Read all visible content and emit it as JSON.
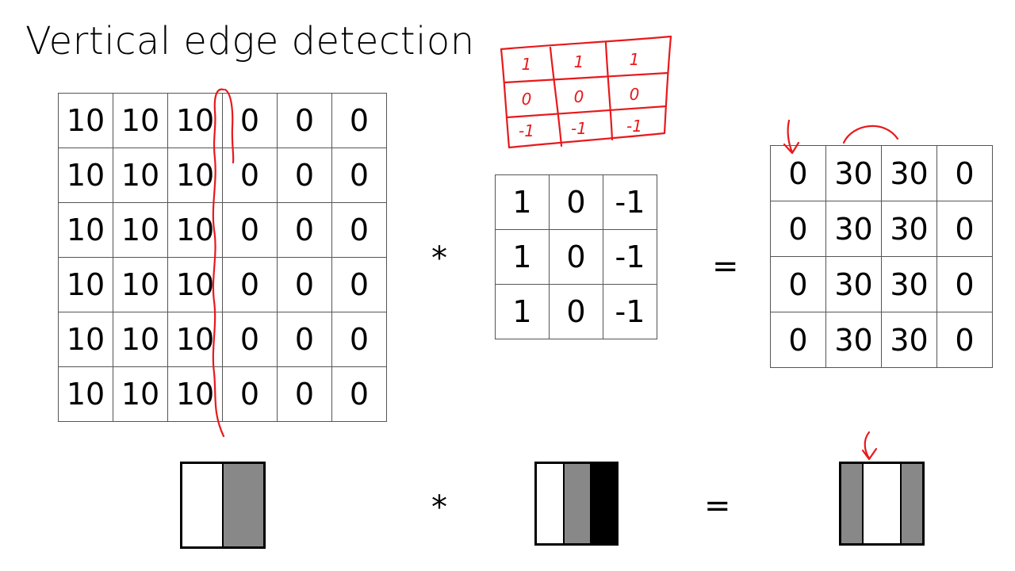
{
  "title": "Vertical edge detection",
  "image_matrix": [
    [
      "10",
      "10",
      "10",
      "0",
      "0",
      "0"
    ],
    [
      "10",
      "10",
      "10",
      "0",
      "0",
      "0"
    ],
    [
      "10",
      "10",
      "10",
      "0",
      "0",
      "0"
    ],
    [
      "10",
      "10",
      "10",
      "0",
      "0",
      "0"
    ],
    [
      "10",
      "10",
      "10",
      "0",
      "0",
      "0"
    ],
    [
      "10",
      "10",
      "10",
      "0",
      "0",
      "0"
    ]
  ],
  "filter_matrix": [
    [
      "1",
      "0",
      "-1"
    ],
    [
      "1",
      "0",
      "-1"
    ],
    [
      "1",
      "0",
      "-1"
    ]
  ],
  "output_matrix": [
    [
      "0",
      "30",
      "30",
      "0"
    ],
    [
      "0",
      "30",
      "30",
      "0"
    ],
    [
      "0",
      "30",
      "30",
      "0"
    ],
    [
      "0",
      "30",
      "30",
      "0"
    ]
  ],
  "operators": {
    "convolve": "*",
    "equals": "="
  },
  "handwritten_filter_sketch": [
    [
      "1",
      "1",
      "1"
    ],
    [
      "0",
      "0",
      "0"
    ],
    [
      "-1",
      "-1",
      "-1"
    ]
  ],
  "colors": {
    "annotation": "#e8191c",
    "grid_line": "#555555",
    "gray_band": "#888888"
  }
}
